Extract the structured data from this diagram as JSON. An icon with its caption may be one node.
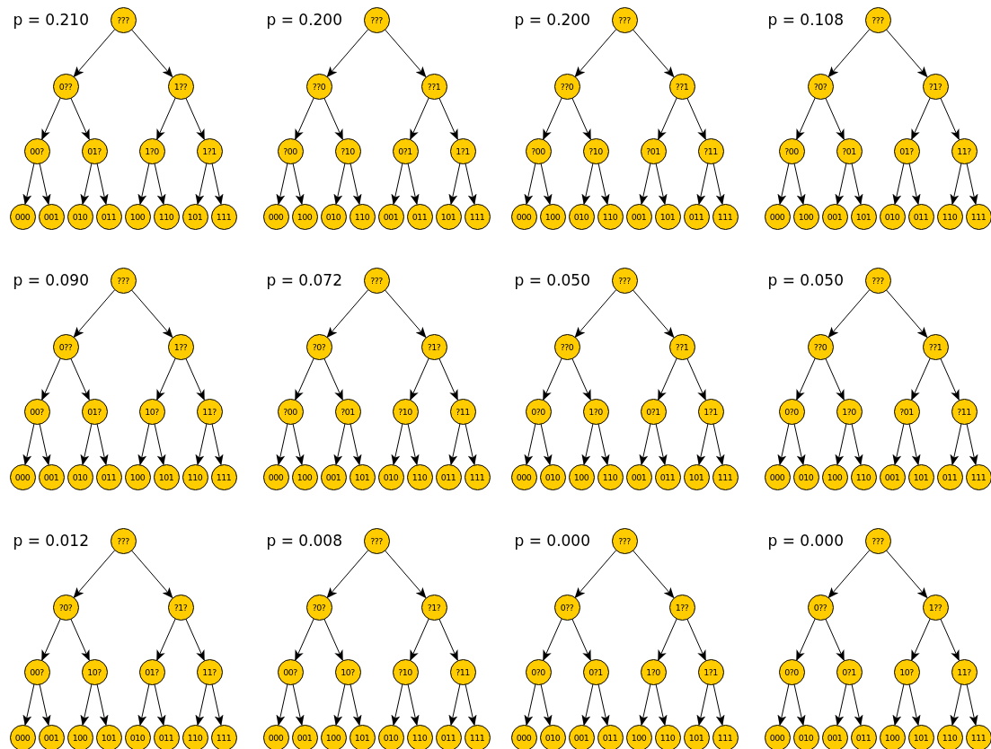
{
  "diagram": {
    "nodes": [
      {
        "text": [
          "???"
        ]
      },
      {
        "text": [
          "0??"
        ]
      },
      {
        "text": [
          "1??"
        ]
      },
      {
        "text": [
          "00?"
        ]
      },
      {
        "text": [
          "01?"
        ]
      },
      {
        "text": [
          "1?0"
        ]
      },
      {
        "text": [
          "1?1"
        ]
      },
      {
        "text": [
          "000"
        ]
      },
      {
        "text": [
          "001"
        ]
      },
      {
        "text": [
          "010"
        ]
      },
      {
        "text": [
          "011"
        ]
      },
      {
        "text": [
          "100"
        ]
      },
      {
        "text": [
          "110"
        ]
      },
      {
        "text": [
          "101"
        ]
      },
      {
        "text": [
          "111"
        ]
      },
      {
        "text": [
          "???"
        ]
      },
      {
        "text": [
          "??0"
        ]
      },
      {
        "text": [
          "??1"
        ]
      },
      {
        "text": [
          "?00"
        ]
      },
      {
        "text": [
          "?10"
        ]
      },
      {
        "text": [
          "0?1"
        ]
      },
      {
        "text": [
          "1?1"
        ]
      },
      {
        "text": [
          "000"
        ]
      },
      {
        "text": [
          "100"
        ]
      },
      {
        "text": [
          "010"
        ]
      },
      {
        "text": [
          "110"
        ]
      },
      {
        "text": [
          "001"
        ]
      },
      {
        "text": [
          "011"
        ]
      },
      {
        "text": [
          "101"
        ]
      },
      {
        "text": [
          "111"
        ]
      },
      {
        "text": [
          "???"
        ]
      },
      {
        "text": [
          "??0"
        ]
      },
      {
        "text": [
          "??1"
        ]
      },
      {
        "text": [
          "?00"
        ]
      },
      {
        "text": [
          "?10"
        ]
      },
      {
        "text": [
          "?01"
        ]
      },
      {
        "text": [
          "?11"
        ]
      },
      {
        "text": [
          "000"
        ]
      },
      {
        "text": [
          "100"
        ]
      },
      {
        "text": [
          "010"
        ]
      },
      {
        "text": [
          "110"
        ]
      },
      {
        "text": [
          "001"
        ]
      },
      {
        "text": [
          "101"
        ]
      },
      {
        "text": [
          "011"
        ]
      },
      {
        "text": [
          "111"
        ]
      },
      {
        "text": [
          "???"
        ]
      },
      {
        "text": [
          "?0?"
        ]
      },
      {
        "text": [
          "?1?"
        ]
      },
      {
        "text": [
          "?00"
        ]
      },
      {
        "text": [
          "?01"
        ]
      },
      {
        "text": [
          "01?"
        ]
      },
      {
        "text": [
          "11?"
        ]
      },
      {
        "text": [
          "000"
        ]
      },
      {
        "text": [
          "100"
        ]
      },
      {
        "text": [
          "001"
        ]
      },
      {
        "text": [
          "101"
        ]
      },
      {
        "text": [
          "010"
        ]
      },
      {
        "text": [
          "011"
        ]
      },
      {
        "text": [
          "110"
        ]
      },
      {
        "text": [
          "111"
        ]
      },
      {
        "text": [
          "???"
        ]
      },
      {
        "text": [
          "0??"
        ]
      },
      {
        "text": [
          "1??"
        ]
      },
      {
        "text": [
          "00?"
        ]
      },
      {
        "text": [
          "01?"
        ]
      },
      {
        "text": [
          "10?"
        ]
      },
      {
        "text": [
          "11?"
        ]
      },
      {
        "text": [
          "000"
        ]
      },
      {
        "text": [
          "001"
        ]
      },
      {
        "text": [
          "010"
        ]
      },
      {
        "text": [
          "011"
        ]
      },
      {
        "text": [
          "100"
        ]
      },
      {
        "text": [
          "101"
        ]
      },
      {
        "text": [
          "110"
        ]
      },
      {
        "text": [
          "111"
        ]
      },
      {
        "text": [
          "???"
        ]
      },
      {
        "text": [
          "?0?"
        ]
      },
      {
        "text": [
          "?1?"
        ]
      },
      {
        "text": [
          "?00"
        ]
      },
      {
        "text": [
          "?01"
        ]
      },
      {
        "text": [
          "?10"
        ]
      },
      {
        "text": [
          "?11"
        ]
      },
      {
        "text": [
          "000"
        ]
      },
      {
        "text": [
          "100"
        ]
      },
      {
        "text": [
          "001"
        ]
      },
      {
        "text": [
          "101"
        ]
      },
      {
        "text": [
          "010"
        ]
      },
      {
        "text": [
          "110"
        ]
      },
      {
        "text": [
          "011"
        ]
      },
      {
        "text": [
          "111"
        ]
      },
      {
        "text": [
          "???"
        ]
      },
      {
        "text": [
          "??0"
        ]
      },
      {
        "text": [
          "??1"
        ]
      },
      {
        "text": [
          "0?0"
        ]
      },
      {
        "text": [
          "1?0"
        ]
      },
      {
        "text": [
          "0?1"
        ]
      },
      {
        "text": [
          "1?1"
        ]
      },
      {
        "text": [
          "000"
        ]
      },
      {
        "text": [
          "010"
        ]
      },
      {
        "text": [
          "100"
        ]
      },
      {
        "text": [
          "110"
        ]
      },
      {
        "text": [
          "001"
        ]
      },
      {
        "text": [
          "011"
        ]
      },
      {
        "text": [
          "101"
        ]
      },
      {
        "text": [
          "111"
        ]
      },
      {
        "text": [
          "???"
        ]
      },
      {
        "text": [
          "??0"
        ]
      },
      {
        "text": [
          "??1"
        ]
      },
      {
        "text": [
          "0?0"
        ]
      },
      {
        "text": [
          "1?0"
        ]
      },
      {
        "text": [
          "?01"
        ]
      },
      {
        "text": [
          "?11"
        ]
      },
      {
        "text": [
          "000"
        ]
      },
      {
        "text": [
          "010"
        ]
      },
      {
        "text": [
          "100"
        ]
      },
      {
        "text": [
          "110"
        ]
      },
      {
        "text": [
          "001"
        ]
      },
      {
        "text": [
          "101"
        ]
      },
      {
        "text": [
          "011"
        ]
      },
      {
        "text": [
          "111"
        ]
      },
      {
        "text": [
          "???"
        ]
      },
      {
        "text": [
          "?0?"
        ]
      },
      {
        "text": [
          "?1?"
        ]
      },
      {
        "text": [
          "00?"
        ]
      },
      {
        "text": [
          "10?"
        ]
      },
      {
        "text": [
          "01?"
        ]
      },
      {
        "text": [
          "11?"
        ]
      },
      {
        "text": [
          "000"
        ]
      },
      {
        "text": [
          "001"
        ]
      },
      {
        "text": [
          "100"
        ]
      },
      {
        "text": [
          "101"
        ]
      },
      {
        "text": [
          "010"
        ]
      },
      {
        "text": [
          "011"
        ]
      },
      {
        "text": [
          "110"
        ]
      },
      {
        "text": [
          "111"
        ]
      },
      {
        "text": [
          "???"
        ]
      },
      {
        "text": [
          "?0?"
        ]
      },
      {
        "text": [
          "?1?"
        ]
      },
      {
        "text": [
          "00?"
        ]
      },
      {
        "text": [
          "10?"
        ]
      },
      {
        "text": [
          "?10"
        ]
      },
      {
        "text": [
          "?11"
        ]
      },
      {
        "text": [
          "000"
        ]
      },
      {
        "text": [
          "001"
        ]
      },
      {
        "text": [
          "100"
        ]
      },
      {
        "text": [
          "101"
        ]
      },
      {
        "text": [
          "010"
        ]
      },
      {
        "text": [
          "110"
        ]
      },
      {
        "text": [
          "011"
        ]
      },
      {
        "text": [
          "111"
        ]
      },
      {
        "text": [
          "???"
        ]
      },
      {
        "text": [
          "0??"
        ]
      },
      {
        "text": [
          "1??"
        ]
      },
      {
        "text": [
          "0?0"
        ]
      },
      {
        "text": [
          "0?1"
        ]
      },
      {
        "text": [
          "1?0"
        ]
      },
      {
        "text": [
          "1?1"
        ]
      },
      {
        "text": [
          "000"
        ]
      },
      {
        "text": [
          "010"
        ]
      },
      {
        "text": [
          "001"
        ]
      },
      {
        "text": [
          "011"
        ]
      },
      {
        "text": [
          "100"
        ]
      },
      {
        "text": [
          "110"
        ]
      },
      {
        "text": [
          "101"
        ]
      },
      {
        "text": [
          "111"
        ]
      },
      {
        "text": [
          "???"
        ]
      },
      {
        "text": [
          "0??"
        ]
      },
      {
        "text": [
          "1??"
        ]
      },
      {
        "text": [
          "0?0"
        ]
      },
      {
        "text": [
          "0?1"
        ]
      },
      {
        "text": [
          "10?"
        ]
      },
      {
        "text": [
          "11?"
        ]
      },
      {
        "text": [
          "000"
        ]
      },
      {
        "text": [
          "010"
        ]
      },
      {
        "text": [
          "001"
        ]
      },
      {
        "text": [
          "011"
        ]
      },
      {
        "text": [
          "100"
        ]
      },
      {
        "text": [
          "101"
        ]
      },
      {
        "text": [
          "110"
        ]
      },
      {
        "text": [
          "111"
        ]
      }
    ],
    "edges": [
      {
        "from": 0,
        "to": 1,
        "arrow": "to"
      },
      {
        "from": 0,
        "to": 2,
        "arrow": "to"
      },
      {
        "from": 1,
        "to": 3,
        "arrow": "to"
      },
      {
        "from": 1,
        "to": 4,
        "arrow": "to"
      },
      {
        "from": 2,
        "to": 5,
        "arrow": "to"
      },
      {
        "from": 2,
        "to": 6,
        "arrow": "to"
      },
      {
        "from": 3,
        "to": 7,
        "arrow": "to"
      },
      {
        "from": 3,
        "to": 8,
        "arrow": "to"
      },
      {
        "from": 4,
        "to": 9,
        "arrow": "to"
      },
      {
        "from": 4,
        "to": 10,
        "arrow": "to"
      },
      {
        "from": 5,
        "to": 11,
        "arrow": "to"
      },
      {
        "from": 5,
        "to": 12,
        "arrow": "to"
      },
      {
        "from": 6,
        "to": 13,
        "arrow": "to"
      },
      {
        "from": 6,
        "to": 14,
        "arrow": "to"
      },
      {
        "from": 15,
        "to": 16,
        "arrow": "to"
      },
      {
        "from": 15,
        "to": 17,
        "arrow": "to"
      },
      {
        "from": 16,
        "to": 18,
        "arrow": "to"
      },
      {
        "from": 16,
        "to": 19,
        "arrow": "to"
      },
      {
        "from": 17,
        "to": 20,
        "arrow": "to"
      },
      {
        "from": 17,
        "to": 21,
        "arrow": "to"
      },
      {
        "from": 18,
        "to": 22,
        "arrow": "to"
      },
      {
        "from": 18,
        "to": 23,
        "arrow": "to"
      },
      {
        "from": 19,
        "to": 24,
        "arrow": "to"
      },
      {
        "from": 19,
        "to": 25,
        "arrow": "to"
      },
      {
        "from": 20,
        "to": 26,
        "arrow": "to"
      },
      {
        "from": 20,
        "to": 27,
        "arrow": "to"
      },
      {
        "from": 21,
        "to": 28,
        "arrow": "to"
      },
      {
        "from": 21,
        "to": 29,
        "arrow": "to"
      },
      {
        "from": 30,
        "to": 31,
        "arrow": "to"
      },
      {
        "from": 30,
        "to": 32,
        "arrow": "to"
      },
      {
        "from": 31,
        "to": 33,
        "arrow": "to"
      },
      {
        "from": 31,
        "to": 34,
        "arrow": "to"
      },
      {
        "from": 32,
        "to": 35,
        "arrow": "to"
      },
      {
        "from": 32,
        "to": 36,
        "arrow": "to"
      },
      {
        "from": 33,
        "to": 37,
        "arrow": "to"
      },
      {
        "from": 33,
        "to": 38,
        "arrow": "to"
      },
      {
        "from": 34,
        "to": 39,
        "arrow": "to"
      },
      {
        "from": 34,
        "to": 40,
        "arrow": "to"
      },
      {
        "from": 35,
        "to": 41,
        "arrow": "to"
      },
      {
        "from": 35,
        "to": 42,
        "arrow": "to"
      },
      {
        "from": 36,
        "to": 43,
        "arrow": "to"
      },
      {
        "from": 36,
        "to": 44,
        "arrow": "to"
      },
      {
        "from": 45,
        "to": 46,
        "arrow": "to"
      },
      {
        "from": 45,
        "to": 47,
        "arrow": "to"
      },
      {
        "from": 46,
        "to": 48,
        "arrow": "to"
      },
      {
        "from": 46,
        "to": 49,
        "arrow": "to"
      },
      {
        "from": 47,
        "to": 50,
        "arrow": "to"
      },
      {
        "from": 47,
        "to": 51,
        "arrow": "to"
      },
      {
        "from": 48,
        "to": 52,
        "arrow": "to"
      },
      {
        "from": 48,
        "to": 53,
        "arrow": "to"
      },
      {
        "from": 49,
        "to": 54,
        "arrow": "to"
      },
      {
        "from": 49,
        "to": 55,
        "arrow": "to"
      },
      {
        "from": 50,
        "to": 56,
        "arrow": "to"
      },
      {
        "from": 50,
        "to": 57,
        "arrow": "to"
      },
      {
        "from": 51,
        "to": 58,
        "arrow": "to"
      },
      {
        "from": 51,
        "to": 59,
        "arrow": "to"
      },
      {
        "from": 60,
        "to": 61,
        "arrow": "to"
      },
      {
        "from": 60,
        "to": 62,
        "arrow": "to"
      },
      {
        "from": 61,
        "to": 63,
        "arrow": "to"
      },
      {
        "from": 61,
        "to": 64,
        "arrow": "to"
      },
      {
        "from": 62,
        "to": 65,
        "arrow": "to"
      },
      {
        "from": 62,
        "to": 66,
        "arrow": "to"
      },
      {
        "from": 63,
        "to": 67,
        "arrow": "to"
      },
      {
        "from": 63,
        "to": 68,
        "arrow": "to"
      },
      {
        "from": 64,
        "to": 69,
        "arrow": "to"
      },
      {
        "from": 64,
        "to": 70,
        "arrow": "to"
      },
      {
        "from": 65,
        "to": 71,
        "arrow": "to"
      },
      {
        "from": 65,
        "to": 72,
        "arrow": "to"
      },
      {
        "from": 66,
        "to": 73,
        "arrow": "to"
      },
      {
        "from": 66,
        "to": 74,
        "arrow": "to"
      },
      {
        "from": 75,
        "to": 76,
        "arrow": "to"
      },
      {
        "from": 75,
        "to": 77,
        "arrow": "to"
      },
      {
        "from": 76,
        "to": 78,
        "arrow": "to"
      },
      {
        "from": 76,
        "to": 79,
        "arrow": "to"
      },
      {
        "from": 77,
        "to": 80,
        "arrow": "to"
      },
      {
        "from": 77,
        "to": 81,
        "arrow": "to"
      },
      {
        "from": 78,
        "to": 82,
        "arrow": "to"
      },
      {
        "from": 78,
        "to": 83,
        "arrow": "to"
      },
      {
        "from": 79,
        "to": 84,
        "arrow": "to"
      },
      {
        "from": 79,
        "to": 85,
        "arrow": "to"
      },
      {
        "from": 80,
        "to": 86,
        "arrow": "to"
      },
      {
        "from": 80,
        "to": 87,
        "arrow": "to"
      },
      {
        "from": 81,
        "to": 88,
        "arrow": "to"
      },
      {
        "from": 81,
        "to": 89,
        "arrow": "to"
      },
      {
        "from": 90,
        "to": 91,
        "arrow": "to"
      },
      {
        "from": 90,
        "to": 92,
        "arrow": "to"
      },
      {
        "from": 91,
        "to": 93,
        "arrow": "to"
      },
      {
        "from": 91,
        "to": 94,
        "arrow": "to"
      },
      {
        "from": 92,
        "to": 95,
        "arrow": "to"
      },
      {
        "from": 92,
        "to": 96,
        "arrow": "to"
      },
      {
        "from": 93,
        "to": 97,
        "arrow": "to"
      },
      {
        "from": 93,
        "to": 98,
        "arrow": "to"
      },
      {
        "from": 94,
        "to": 99,
        "arrow": "to"
      },
      {
        "from": 94,
        "to": 100,
        "arrow": "to"
      },
      {
        "from": 95,
        "to": 101,
        "arrow": "to"
      },
      {
        "from": 95,
        "to": 102,
        "arrow": "to"
      },
      {
        "from": 96,
        "to": 103,
        "arrow": "to"
      },
      {
        "from": 96,
        "to": 104,
        "arrow": "to"
      },
      {
        "from": 105,
        "to": 106,
        "arrow": "to"
      },
      {
        "from": 105,
        "to": 107,
        "arrow": "to"
      },
      {
        "from": 106,
        "to": 108,
        "arrow": "to"
      },
      {
        "from": 106,
        "to": 109,
        "arrow": "to"
      },
      {
        "from": 107,
        "to": 110,
        "arrow": "to"
      },
      {
        "from": 107,
        "to": 111,
        "arrow": "to"
      },
      {
        "from": 108,
        "to": 112,
        "arrow": "to"
      },
      {
        "from": 108,
        "to": 113,
        "arrow": "to"
      },
      {
        "from": 109,
        "to": 114,
        "arrow": "to"
      },
      {
        "from": 109,
        "to": 115,
        "arrow": "to"
      },
      {
        "from": 110,
        "to": 116,
        "arrow": "to"
      },
      {
        "from": 110,
        "to": 117,
        "arrow": "to"
      },
      {
        "from": 111,
        "to": 118,
        "arrow": "to"
      },
      {
        "from": 111,
        "to": 119,
        "arrow": "to"
      },
      {
        "from": 120,
        "to": 121,
        "arrow": "to"
      },
      {
        "from": 120,
        "to": 122,
        "arrow": "to"
      },
      {
        "from": 121,
        "to": 123,
        "arrow": "to"
      },
      {
        "from": 121,
        "to": 124,
        "arrow": "to"
      },
      {
        "from": 122,
        "to": 125,
        "arrow": "to"
      },
      {
        "from": 122,
        "to": 126,
        "arrow": "to"
      },
      {
        "from": 123,
        "to": 127,
        "arrow": "to"
      },
      {
        "from": 123,
        "to": 128,
        "arrow": "to"
      },
      {
        "from": 124,
        "to": 129,
        "arrow": "to"
      },
      {
        "from": 124,
        "to": 130,
        "arrow": "to"
      },
      {
        "from": 125,
        "to": 131,
        "arrow": "to"
      },
      {
        "from": 125,
        "to": 132,
        "arrow": "to"
      },
      {
        "from": 126,
        "to": 133,
        "arrow": "to"
      },
      {
        "from": 126,
        "to": 134,
        "arrow": "to"
      },
      {
        "from": 135,
        "to": 136,
        "arrow": "to"
      },
      {
        "from": 135,
        "to": 137,
        "arrow": "to"
      },
      {
        "from": 136,
        "to": 138,
        "arrow": "to"
      },
      {
        "from": 136,
        "to": 139,
        "arrow": "to"
      },
      {
        "from": 137,
        "to": 140,
        "arrow": "to"
      },
      {
        "from": 137,
        "to": 141,
        "arrow": "to"
      },
      {
        "from": 138,
        "to": 142,
        "arrow": "to"
      },
      {
        "from": 138,
        "to": 143,
        "arrow": "to"
      },
      {
        "from": 139,
        "to": 144,
        "arrow": "to"
      },
      {
        "from": 139,
        "to": 145,
        "arrow": "to"
      },
      {
        "from": 140,
        "to": 146,
        "arrow": "to"
      },
      {
        "from": 140,
        "to": 147,
        "arrow": "to"
      },
      {
        "from": 141,
        "to": 148,
        "arrow": "to"
      },
      {
        "from": 141,
        "to": 149,
        "arrow": "to"
      },
      {
        "from": 150,
        "to": 151,
        "arrow": "to"
      },
      {
        "from": 150,
        "to": 152,
        "arrow": "to"
      },
      {
        "from": 151,
        "to": 153,
        "arrow": "to"
      },
      {
        "from": 151,
        "to": 154,
        "arrow": "to"
      },
      {
        "from": 152,
        "to": 155,
        "arrow": "to"
      },
      {
        "from": 152,
        "to": 156,
        "arrow": "to"
      },
      {
        "from": 153,
        "to": 157,
        "arrow": "to"
      },
      {
        "from": 153,
        "to": 158,
        "arrow": "to"
      },
      {
        "from": 154,
        "to": 159,
        "arrow": "to"
      },
      {
        "from": 154,
        "to": 160,
        "arrow": "to"
      },
      {
        "from": 155,
        "to": 161,
        "arrow": "to"
      },
      {
        "from": 155,
        "to": 162,
        "arrow": "to"
      },
      {
        "from": 156,
        "to": 163,
        "arrow": "to"
      },
      {
        "from": 156,
        "to": 164,
        "arrow": "to"
      },
      {
        "from": 165,
        "to": 166,
        "arrow": "to"
      },
      {
        "from": 165,
        "to": 167,
        "arrow": "to"
      },
      {
        "from": 166,
        "to": 168,
        "arrow": "to"
      },
      {
        "from": 166,
        "to": 169,
        "arrow": "to"
      },
      {
        "from": 167,
        "to": 170,
        "arrow": "to"
      },
      {
        "from": 167,
        "to": 171,
        "arrow": "to"
      },
      {
        "from": 168,
        "to": 172,
        "arrow": "to"
      },
      {
        "from": 168,
        "to": 173,
        "arrow": "to"
      },
      {
        "from": 169,
        "to": 174,
        "arrow": "to"
      },
      {
        "from": 169,
        "to": 175,
        "arrow": "to"
      },
      {
        "from": 170,
        "to": 176,
        "arrow": "to"
      },
      {
        "from": 170,
        "to": 177,
        "arrow": "to"
      },
      {
        "from": 171,
        "to": 178,
        "arrow": "to"
      },
      {
        "from": 171,
        "to": 179,
        "arrow": "to"
      }
    ],
    "labels": [
      "p = 0.210",
      "p = 0.200",
      "p = 0.200",
      "p = 0.108",
      "p = 0.090",
      "p = 0.072",
      "p = 0.050",
      "p = 0.050",
      "p = 0.012",
      "p = 0.008",
      "p = 0.000",
      "p = 0.000"
    ]
  }
}
